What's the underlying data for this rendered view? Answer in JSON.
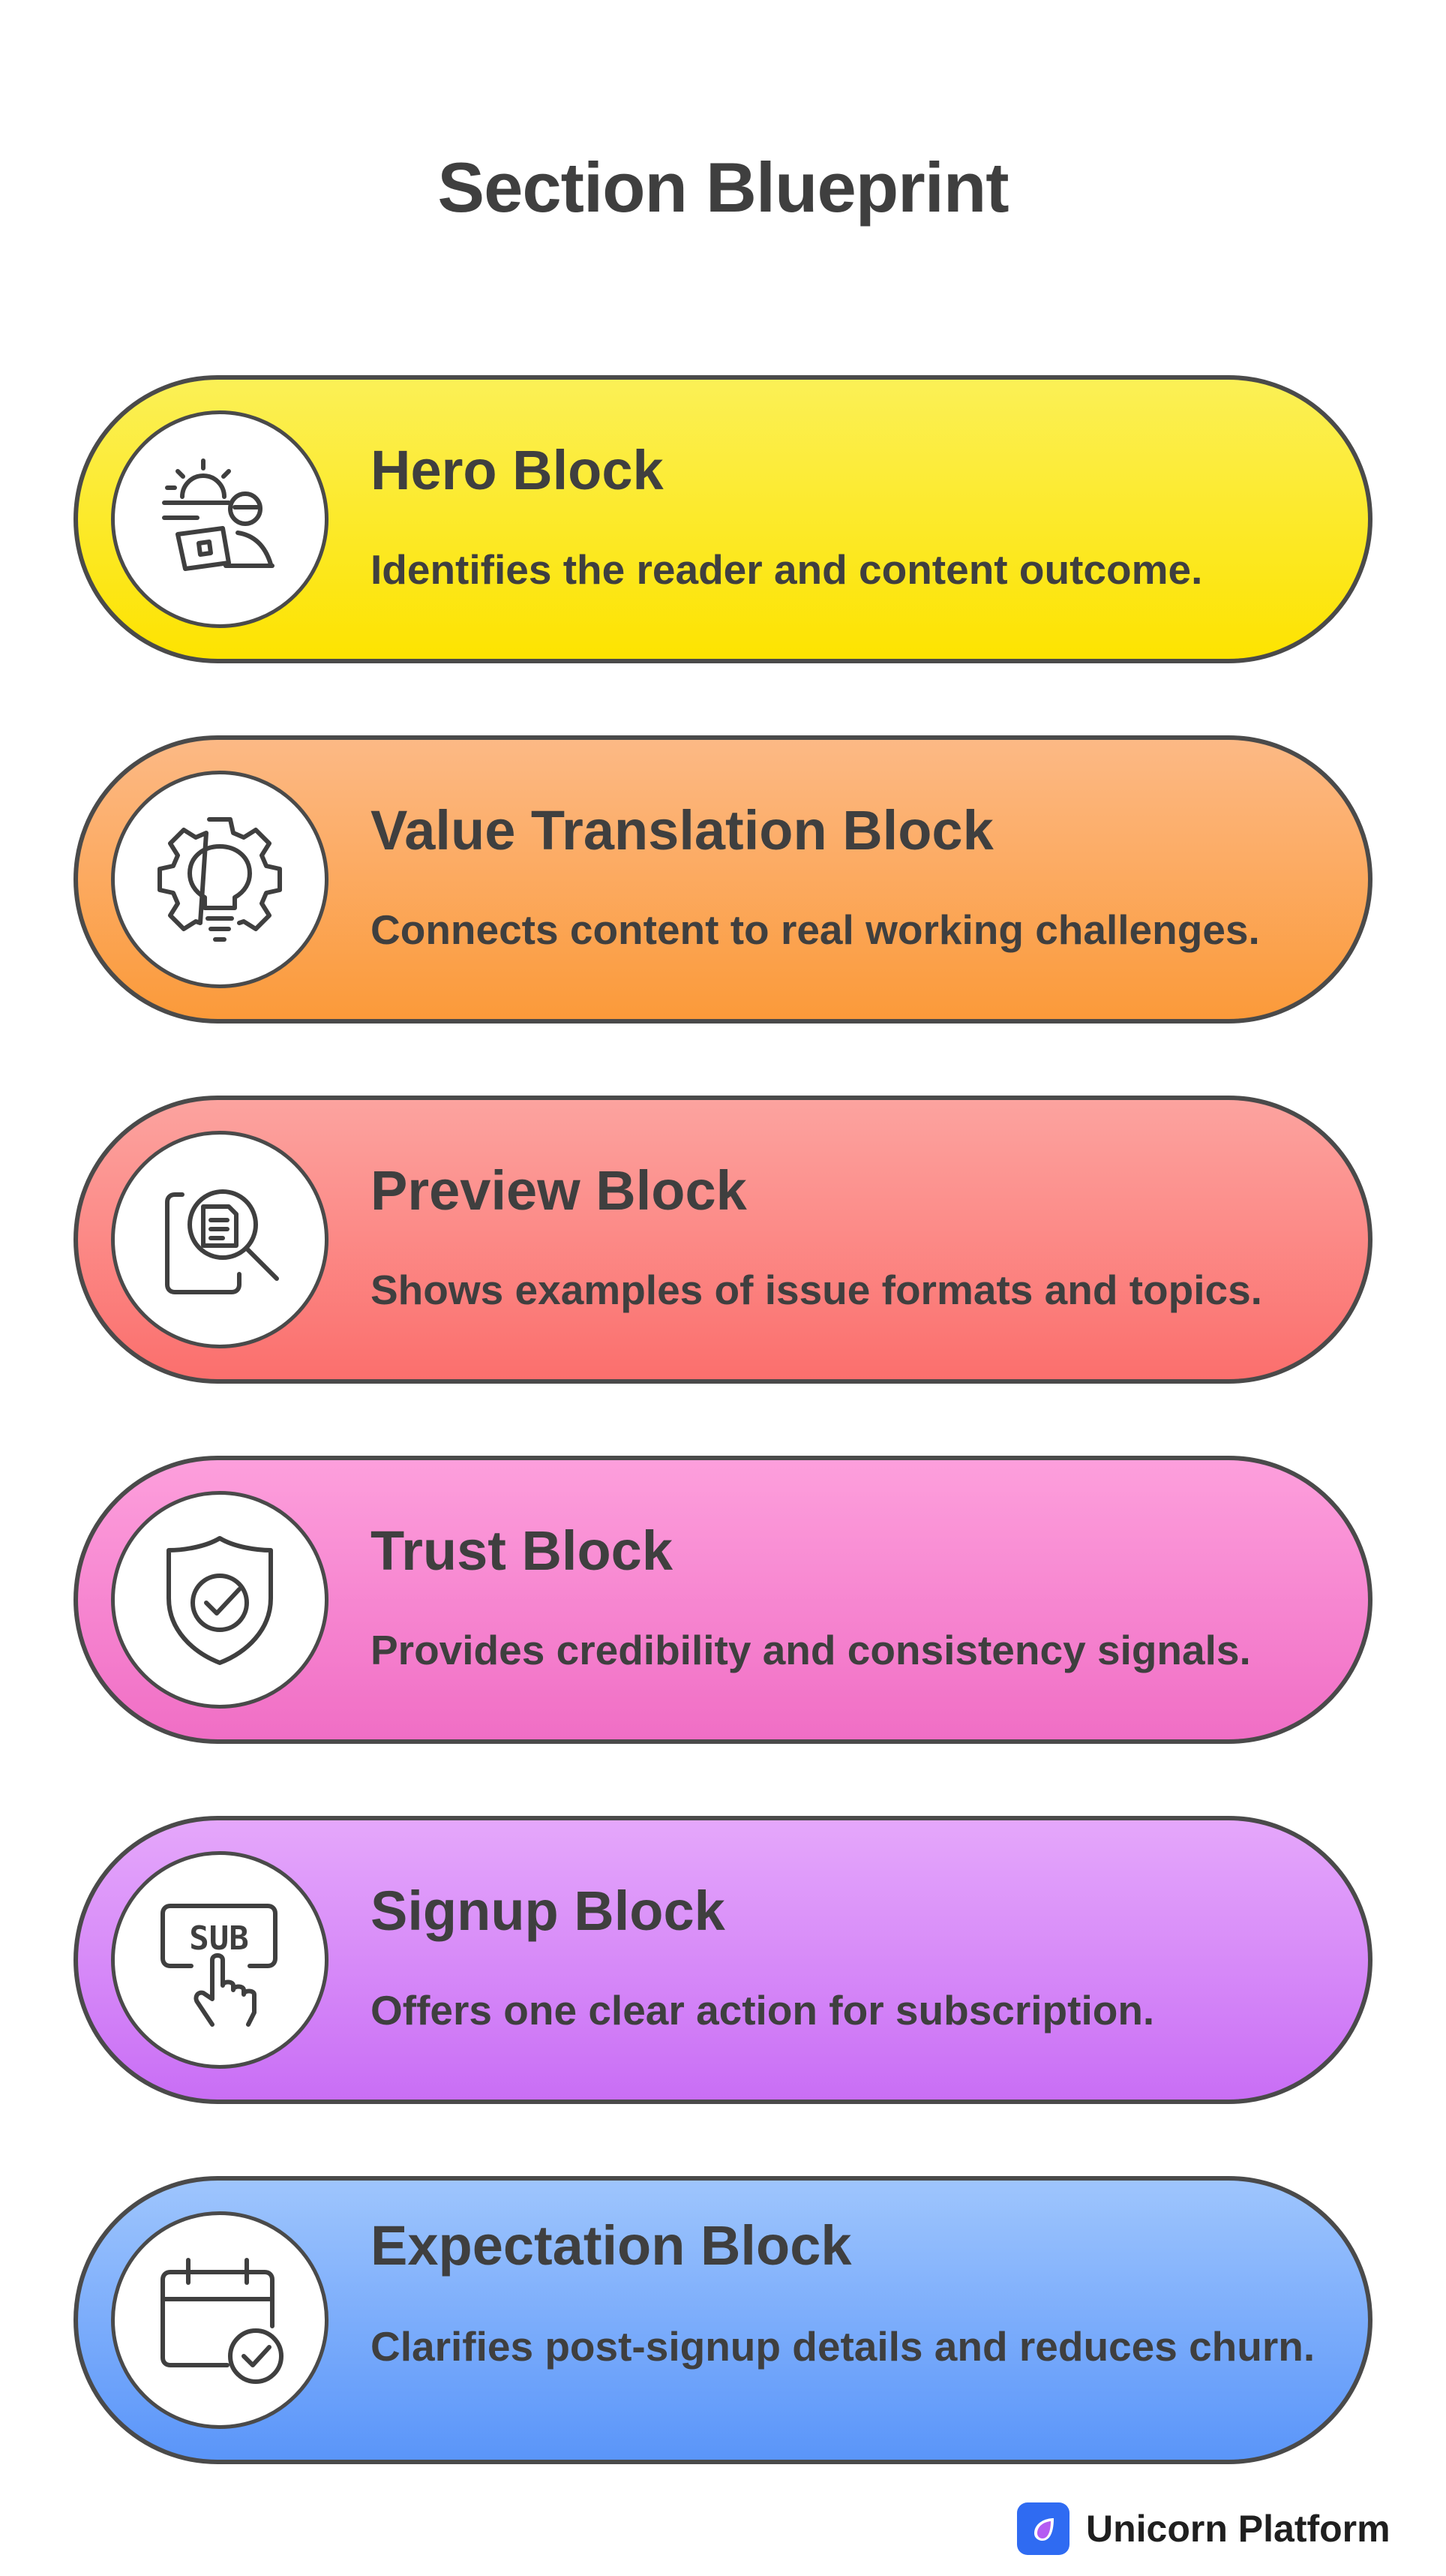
{
  "title": "Section Blueprint",
  "blocks": [
    {
      "title": "Hero Block",
      "description": "Identifies the reader and content outcome.",
      "icon": "sunrise-laptop-icon",
      "gradient": [
        "#fbf056",
        "#fde300"
      ]
    },
    {
      "title": "Value Translation Block",
      "description": "Connects content to real working challenges.",
      "icon": "gear-lightbulb-icon",
      "gradient": [
        "#fcb985",
        "#fb9a3a"
      ]
    },
    {
      "title": "Preview Block",
      "description": "Shows examples of issue formats and topics.",
      "icon": "document-magnifier-icon",
      "gradient": [
        "#fca39f",
        "#fb6f6d"
      ]
    },
    {
      "title": "Trust Block",
      "description": "Provides credibility and consistency signals.",
      "icon": "shield-check-icon",
      "gradient": [
        "#fd9fdc",
        "#f06ec5"
      ]
    },
    {
      "title": "Signup Block",
      "description": "Offers one clear action for subscription.",
      "icon": "subscribe-tap-icon",
      "gradient": [
        "#e5a7fb",
        "#c96ef5"
      ]
    },
    {
      "title": "Expectation Block",
      "description": "Clarifies post-signup details and reduces churn.",
      "icon": "calendar-check-icon",
      "gradient": [
        "#9ec5fd",
        "#5a95f9"
      ]
    }
  ],
  "brand": {
    "name": "Unicorn Platform",
    "icon": "unicorn-platform-logo",
    "color": "#2f6bf2"
  }
}
